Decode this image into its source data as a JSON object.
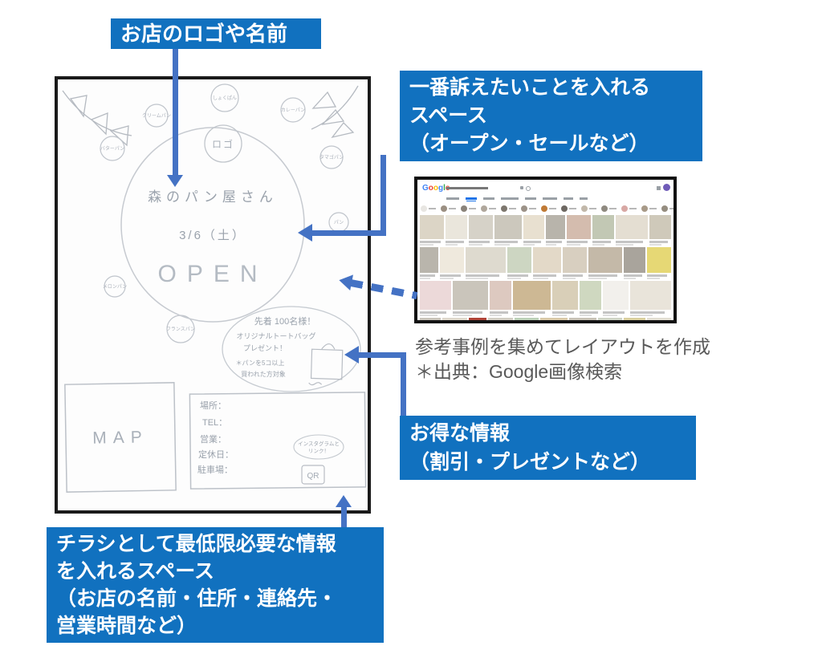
{
  "colors": {
    "label_blue": "#1171bf",
    "arrow_blue": "#4472c4",
    "caption_gray": "#595959"
  },
  "labels": {
    "logo_name": "お店のロゴや名前",
    "main_message": [
      "一番訴えたいことを入れる",
      "スペース",
      "（オープン・セールなど）"
    ],
    "deal_info": [
      "お得な情報",
      "（割引・プレゼントなど）"
    ],
    "required_info": [
      "チラシとして最低限必要な情報",
      "を入れるスペース",
      "（お店の名前・住所・連絡先・",
      "営業時間など）"
    ]
  },
  "caption": {
    "line1": "参考事例を集めてレイアウトを作成",
    "line2": "＊出典：Google画像検索"
  },
  "sketch": {
    "logo_circle": "ロゴ",
    "title": "森のパン屋さん",
    "date": "3/6（土）",
    "open": "OPEN",
    "map": "MAP",
    "breads": [
      "クリームパン",
      "しょくぱん",
      "バターパン",
      "カレーパン",
      "タマゴパン",
      "パン",
      "メロンパン",
      "フランスパン"
    ],
    "bubble": [
      "先着 100名様！",
      "オリジナルトートバッグ",
      "プレゼント！",
      "＊パンを5コ以上",
      "買われた方対象"
    ],
    "info_lines": [
      "場所：",
      "TEL：",
      "営業：",
      "定休日：",
      "駐車場："
    ],
    "insta": [
      "インスタグラムと",
      "リンク！"
    ],
    "qr": "QR"
  },
  "google": {
    "logo": [
      "G",
      "o",
      "o",
      "g",
      "l",
      "e"
    ],
    "logo_colors": [
      "#4285F4",
      "#EA4335",
      "#FBBC05",
      "#4285F4",
      "#34A853",
      "#EA4335"
    ],
    "tabs": [
      16,
      14,
      14,
      22,
      14,
      18,
      12,
      10
    ],
    "active_tab": 1,
    "chips": [
      "#e8e6e2",
      "#9b8f82",
      "#8a837a",
      "#b0a79c",
      "#7d776e",
      "#9c9288",
      "#c07a35",
      "#6e6862",
      "#c2b8aa",
      "#8f8a80",
      "#d8a8a4",
      "#a89a88",
      "#958d80",
      "#b5ada0",
      "#87817a"
    ],
    "rows": [
      {
        "h": 30,
        "cap": true,
        "tiles": [
          {
            "w": 9,
            "c": "#dcd5c6"
          },
          {
            "w": 8,
            "c": "#eae6dc"
          },
          {
            "w": 9,
            "c": "#d6d2c8"
          },
          {
            "w": 10,
            "c": "#ccc8bd"
          },
          {
            "w": 8,
            "c": "#e8e0d0"
          },
          {
            "w": 7,
            "c": "#b8b4ab"
          },
          {
            "w": 9,
            "c": "#d4bcae"
          },
          {
            "w": 8,
            "c": "#c2c8b4"
          },
          {
            "w": 12,
            "c": "#e4ded2"
          },
          {
            "w": 8,
            "c": "#cfc9ba"
          }
        ]
      },
      {
        "h": 32,
        "cap": true,
        "tiles": [
          {
            "w": 6,
            "c": "#b9b5ac"
          },
          {
            "w": 8,
            "c": "#efe9dd"
          },
          {
            "w": 13,
            "c": "#dedacf"
          },
          {
            "w": 8,
            "c": "#cdd6c2"
          },
          {
            "w": 9,
            "c": "#e3d9c8"
          },
          {
            "w": 8,
            "c": "#d8cfc0"
          },
          {
            "w": 11,
            "c": "#c4b9a8"
          },
          {
            "w": 7,
            "c": "#a9a49c"
          },
          {
            "w": 8,
            "c": "#e6d875"
          }
        ]
      },
      {
        "h": 36,
        "cap": true,
        "tiles": [
          {
            "w": 10,
            "c": "#ecd9d9"
          },
          {
            "w": 11,
            "c": "#cac5bb"
          },
          {
            "w": 7,
            "c": "#ddc9c0"
          },
          {
            "w": 12,
            "c": "#cdb894"
          },
          {
            "w": 8,
            "c": "#d9cfb8"
          },
          {
            "w": 7,
            "c": "#cfd8c0"
          },
          {
            "w": 8,
            "c": "#f2f0ec"
          },
          {
            "w": 13,
            "c": "#e9e4da"
          }
        ]
      },
      {
        "h": 28,
        "cap": false,
        "tiles": [
          {
            "w": 7,
            "c": "#c9c4ba"
          },
          {
            "w": 8,
            "c": "#ded8cc"
          },
          {
            "w": 6,
            "c": "#b04438"
          },
          {
            "w": 8,
            "c": "#d2cec4"
          },
          {
            "w": 8,
            "c": "#bcd0b8"
          },
          {
            "w": 9,
            "c": "#d9c9a8"
          },
          {
            "w": 9,
            "c": "#c8c2b6"
          },
          {
            "w": 8,
            "c": "#cfd4c6"
          },
          {
            "w": 7,
            "c": "#d9cf9e"
          },
          {
            "w": 8,
            "c": "#e2ded2"
          }
        ]
      }
    ]
  }
}
